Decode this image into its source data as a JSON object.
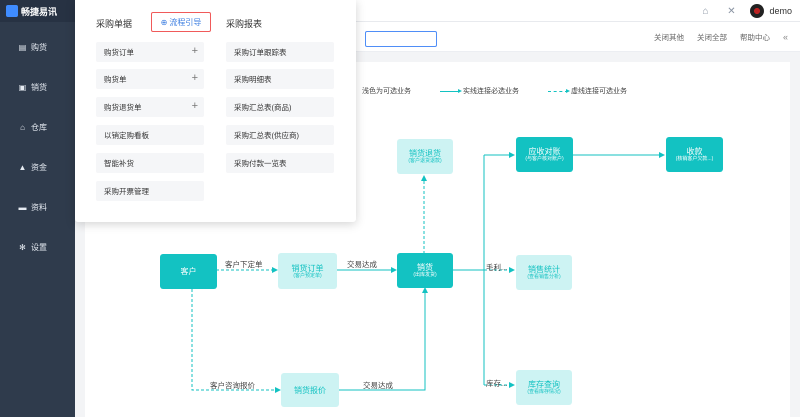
{
  "brand": {
    "name": "畅捷易讯",
    "sub": ""
  },
  "sidebar": {
    "items": [
      {
        "label": "购货",
        "icon": "cart-icon",
        "glyph": "▤"
      },
      {
        "label": "销货",
        "icon": "sales-icon",
        "glyph": "▣"
      },
      {
        "label": "仓库",
        "icon": "warehouse-icon",
        "glyph": "⌂"
      },
      {
        "label": "资金",
        "icon": "funds-icon",
        "glyph": "▲"
      },
      {
        "label": "资料",
        "icon": "data-icon",
        "glyph": "▬"
      },
      {
        "label": "设置",
        "icon": "gear-icon",
        "glyph": "✻"
      }
    ]
  },
  "topbar": {
    "home_glyph": "⌂",
    "close_glyph": "✕",
    "username": "demo"
  },
  "tabbar": {
    "close_others": "关闭其他",
    "close_all": "关闭全部",
    "help": "帮助中心",
    "collapse": "«"
  },
  "menu": {
    "section_purchase": "采购单据",
    "guide_label": "流程引导",
    "guide_icon": "⊕",
    "section_reports": "采购报表",
    "purchase_items": [
      {
        "label": "购货订单",
        "plus": "+"
      },
      {
        "label": "购货单",
        "plus": "+"
      },
      {
        "label": "购货退货单",
        "plus": "+"
      },
      {
        "label": "以销定购看板",
        "plus": ""
      },
      {
        "label": "智能补货",
        "plus": ""
      },
      {
        "label": "采购开票管理",
        "plus": ""
      }
    ],
    "report_items": [
      {
        "label": "采购订单跟踪表"
      },
      {
        "label": "采购明细表"
      },
      {
        "label": "采购汇总表(商品)"
      },
      {
        "label": "采购汇总表(供应商)"
      },
      {
        "label": "采购付款一览表"
      }
    ]
  },
  "legend": {
    "optional_note": "浅色为可选业务",
    "solid": "实线连接必选业务",
    "dashed": "虚线连接可选业务"
  },
  "flow": {
    "nodes": {
      "customer": {
        "title": "客户",
        "sub": ""
      },
      "order": {
        "title": "销货订单",
        "sub": "(客户预定单)"
      },
      "sales": {
        "title": "销货",
        "sub": "(出库发货)"
      },
      "return": {
        "title": "销货退货",
        "sub": "(客户退货退款)"
      },
      "receivable": {
        "title": "应收对账",
        "sub": "(与客户核对账户)"
      },
      "collect": {
        "title": "收款",
        "sub": "(核销客户欠款...)"
      },
      "stats": {
        "title": "销售统计",
        "sub": "(查看销售分析)"
      },
      "quote": {
        "title": "销货报价",
        "sub": ""
      },
      "inventory": {
        "title": "库存查询",
        "sub": "(查看库存情况)"
      }
    },
    "labels": {
      "place_order": "客户下定单",
      "deal1": "交易达成",
      "profit": "毛利...",
      "inquiry": "客户咨询报价",
      "deal2": "交易达成",
      "stock": "库存..."
    }
  },
  "colors": {
    "accent": "#13c2c2",
    "light": "#cdf3f3",
    "sidebar": "#2f3b4c"
  }
}
